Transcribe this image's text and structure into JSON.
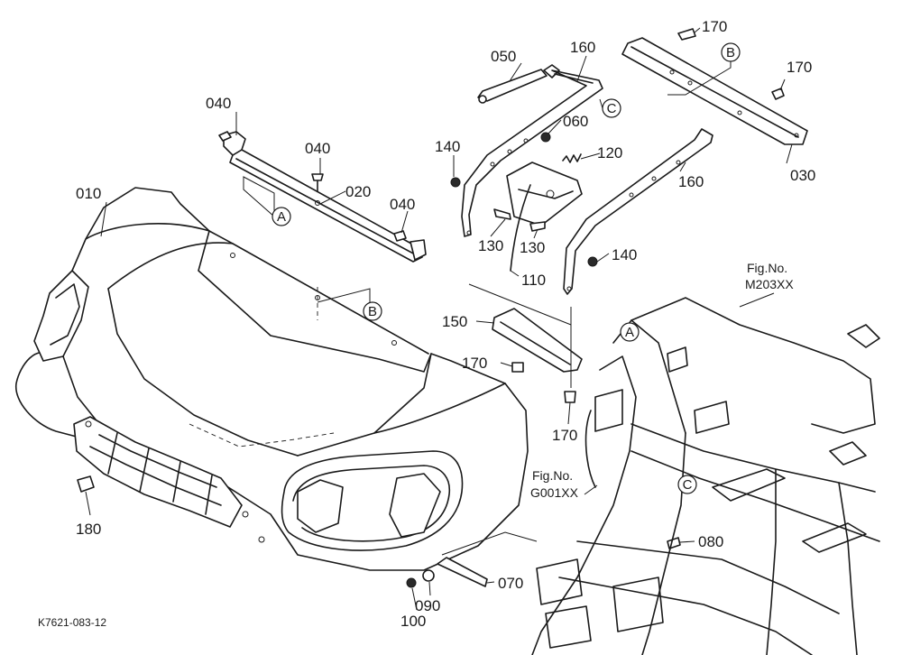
{
  "callouts": {
    "p010": "010",
    "p020": "020",
    "p030": "030",
    "p040a": "040",
    "p040b": "040",
    "p040c": "040",
    "p050": "050",
    "p060": "060",
    "p070": "070",
    "p080": "080",
    "p090": "090",
    "p100": "100",
    "p110": "110",
    "p120": "120",
    "p130a": "130",
    "p130b": "130",
    "p140a": "140",
    "p140b": "140",
    "p150": "150",
    "p160a": "160",
    "p160b": "160",
    "p170a": "170",
    "p170b": "170",
    "p170c": "170",
    "p170d": "170",
    "p180": "180"
  },
  "ref_letters": {
    "a1": "A",
    "a2": "A",
    "b1": "B",
    "b2": "B",
    "c1": "C",
    "c2": "C"
  },
  "figure_refs": {
    "m203_label": "Fig.No.",
    "m203_code": "M203XX",
    "g001_label": "Fig.No.",
    "g001_code": "G001XX"
  },
  "doc_id": "K7621-083-12"
}
